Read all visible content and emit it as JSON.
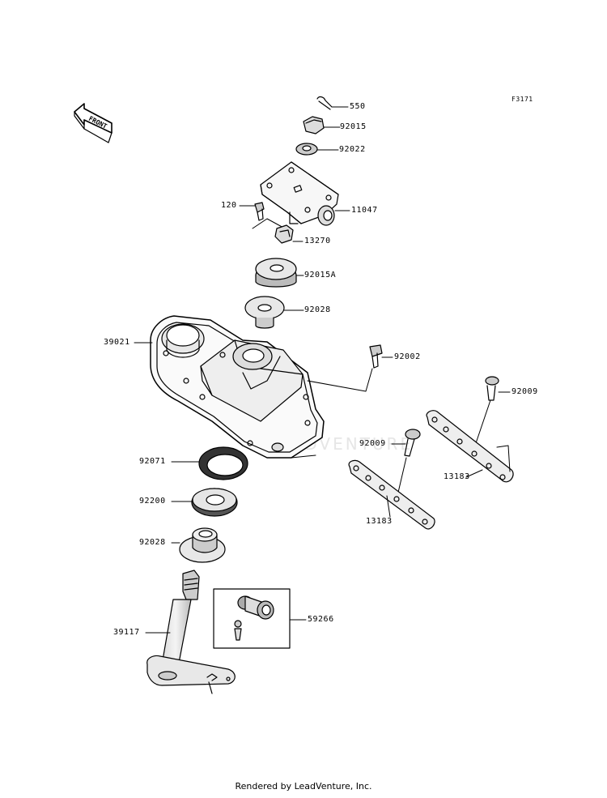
{
  "diagram": {
    "figure_code": "F3171",
    "front_arrow": "FRONT",
    "watermark": "LEADVENTURE",
    "footer": "Rendered by LeadVenture, Inc.",
    "labels": {
      "p550": "550",
      "p92015": "92015",
      "p92022": "92022",
      "p11047": "11047",
      "p120": "120",
      "p13270": "13270",
      "p92015A": "92015A",
      "p92028a": "92028",
      "p39021": "39021",
      "p92002": "92002",
      "p92009a": "92009",
      "p92009b": "92009",
      "p13183a": "13183",
      "p13183b": "13183",
      "p92071": "92071",
      "p92200": "92200",
      "p92028b": "92028",
      "p59266": "59266",
      "p39117": "39117"
    }
  }
}
